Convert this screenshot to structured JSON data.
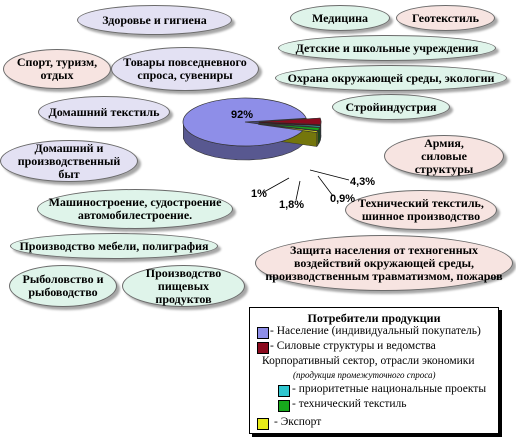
{
  "bubbles": {
    "health": "Здоровье и гигиена",
    "medicine": "Медицина",
    "geotextile": "Геотекстиль",
    "sport": "Спорт, туризм,\nотдых",
    "goods": "Товары повседневного\nспроса, сувениры",
    "schools": "Детские и школьные учреждения",
    "ecology": "Охрана окружающей среды, экологии",
    "home_textile": "Домашний текстиль",
    "construction": "Стройиндустрия",
    "home_life": "Домашний и\nпроизводственный быт",
    "army": "Армия,\nсиловые структуры",
    "machinery": "Машиностроение, судостроение\nавтомобилестроение.",
    "technical": "Технический текстиль,\nшинное производство",
    "furniture": "Производство мебели, полиграфия",
    "civil_protection": "Защита населения от техногенных\nвоздействий окружающей среды,\nпроизводственным травматизмом, пожаров",
    "fishing": "Рыболовство и\nрыбоводство",
    "food": "Производство\nпищевых продуктов"
  },
  "chart_data": {
    "type": "pie",
    "slices": [
      {
        "name": "Население (индивидуальный покупатель)",
        "value": 92,
        "label": "92%",
        "color": "#8e8ee8"
      },
      {
        "name": "Силовые структуры и ведомства",
        "value": 4.3,
        "label": "4,3%",
        "color": "#8b0a1e"
      },
      {
        "name": "приоритетные национальные проекты",
        "value": 0.9,
        "label": "0,9%",
        "color": "#2fc6cf"
      },
      {
        "name": "технический текстиль",
        "value": 1.8,
        "label": "1,8%",
        "color": "#17a61c"
      },
      {
        "name": "Экспорт",
        "value": 1,
        "label": "1%",
        "color": "#e8ec18"
      }
    ]
  },
  "legend": {
    "title": "Потребители продукции",
    "items": [
      "- Население (индивидуальный покупатель)",
      "- Силовые структуры и ведомства",
      "Корпоративный сектор, отрасли экономики",
      "(продукция промежуточного спроса)",
      "- приоритетные национальные проекты",
      "- технический текстиль",
      "- Экспорт"
    ]
  }
}
